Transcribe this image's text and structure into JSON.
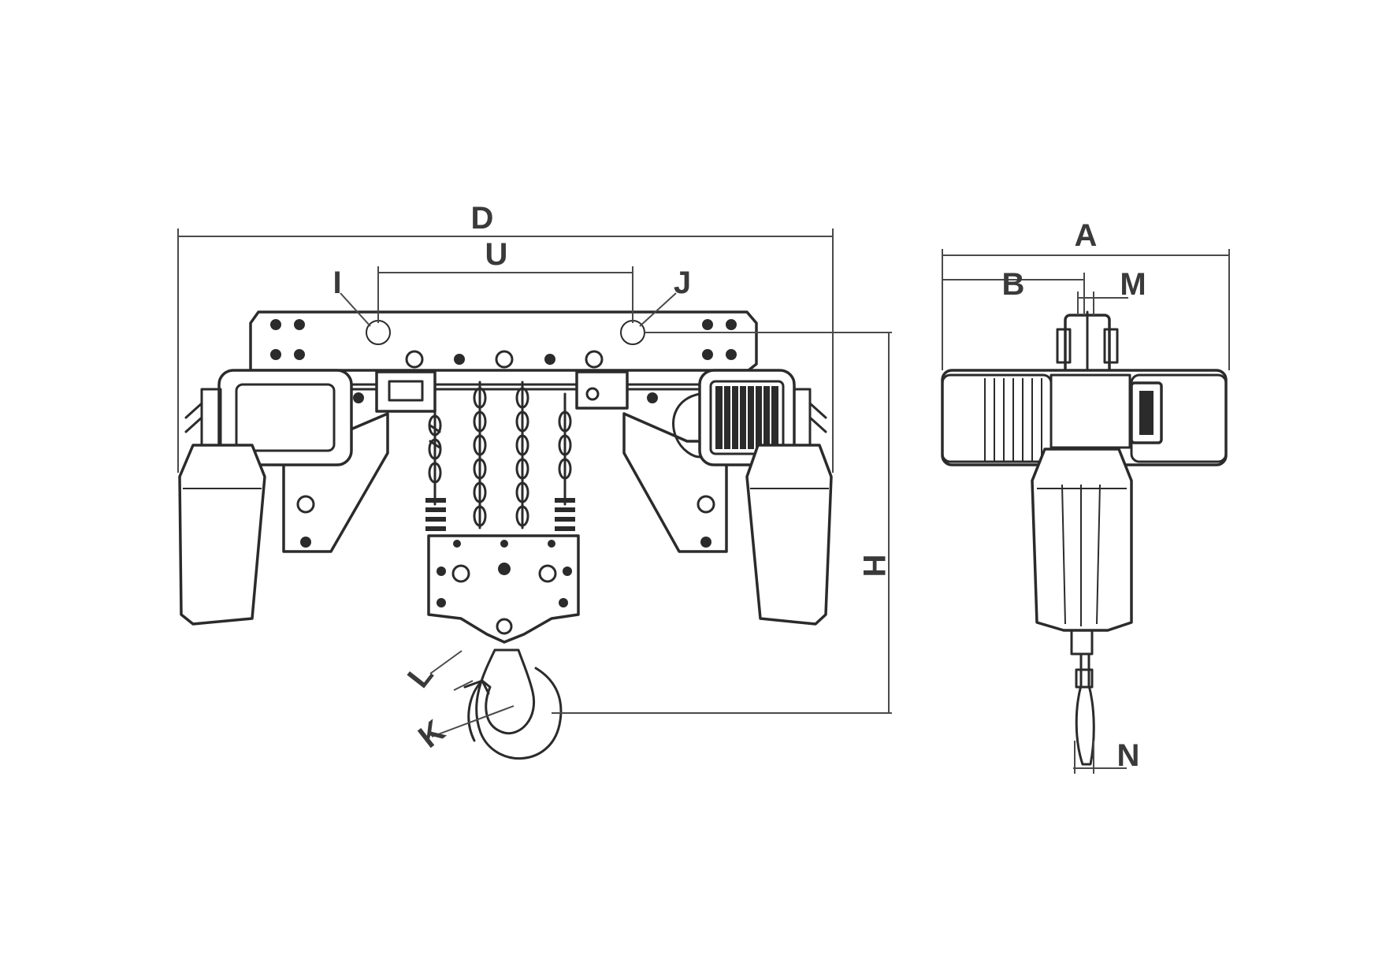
{
  "labels": {
    "D": "D",
    "U": "U",
    "I": "I",
    "J": "J",
    "H": "H",
    "L": "L",
    "K": "K",
    "A": "A",
    "B": "B",
    "M": "M",
    "N": "N"
  },
  "colors": {
    "line": "#2b2b2b",
    "label": "#3a3a3a",
    "background": "#ffffff"
  }
}
